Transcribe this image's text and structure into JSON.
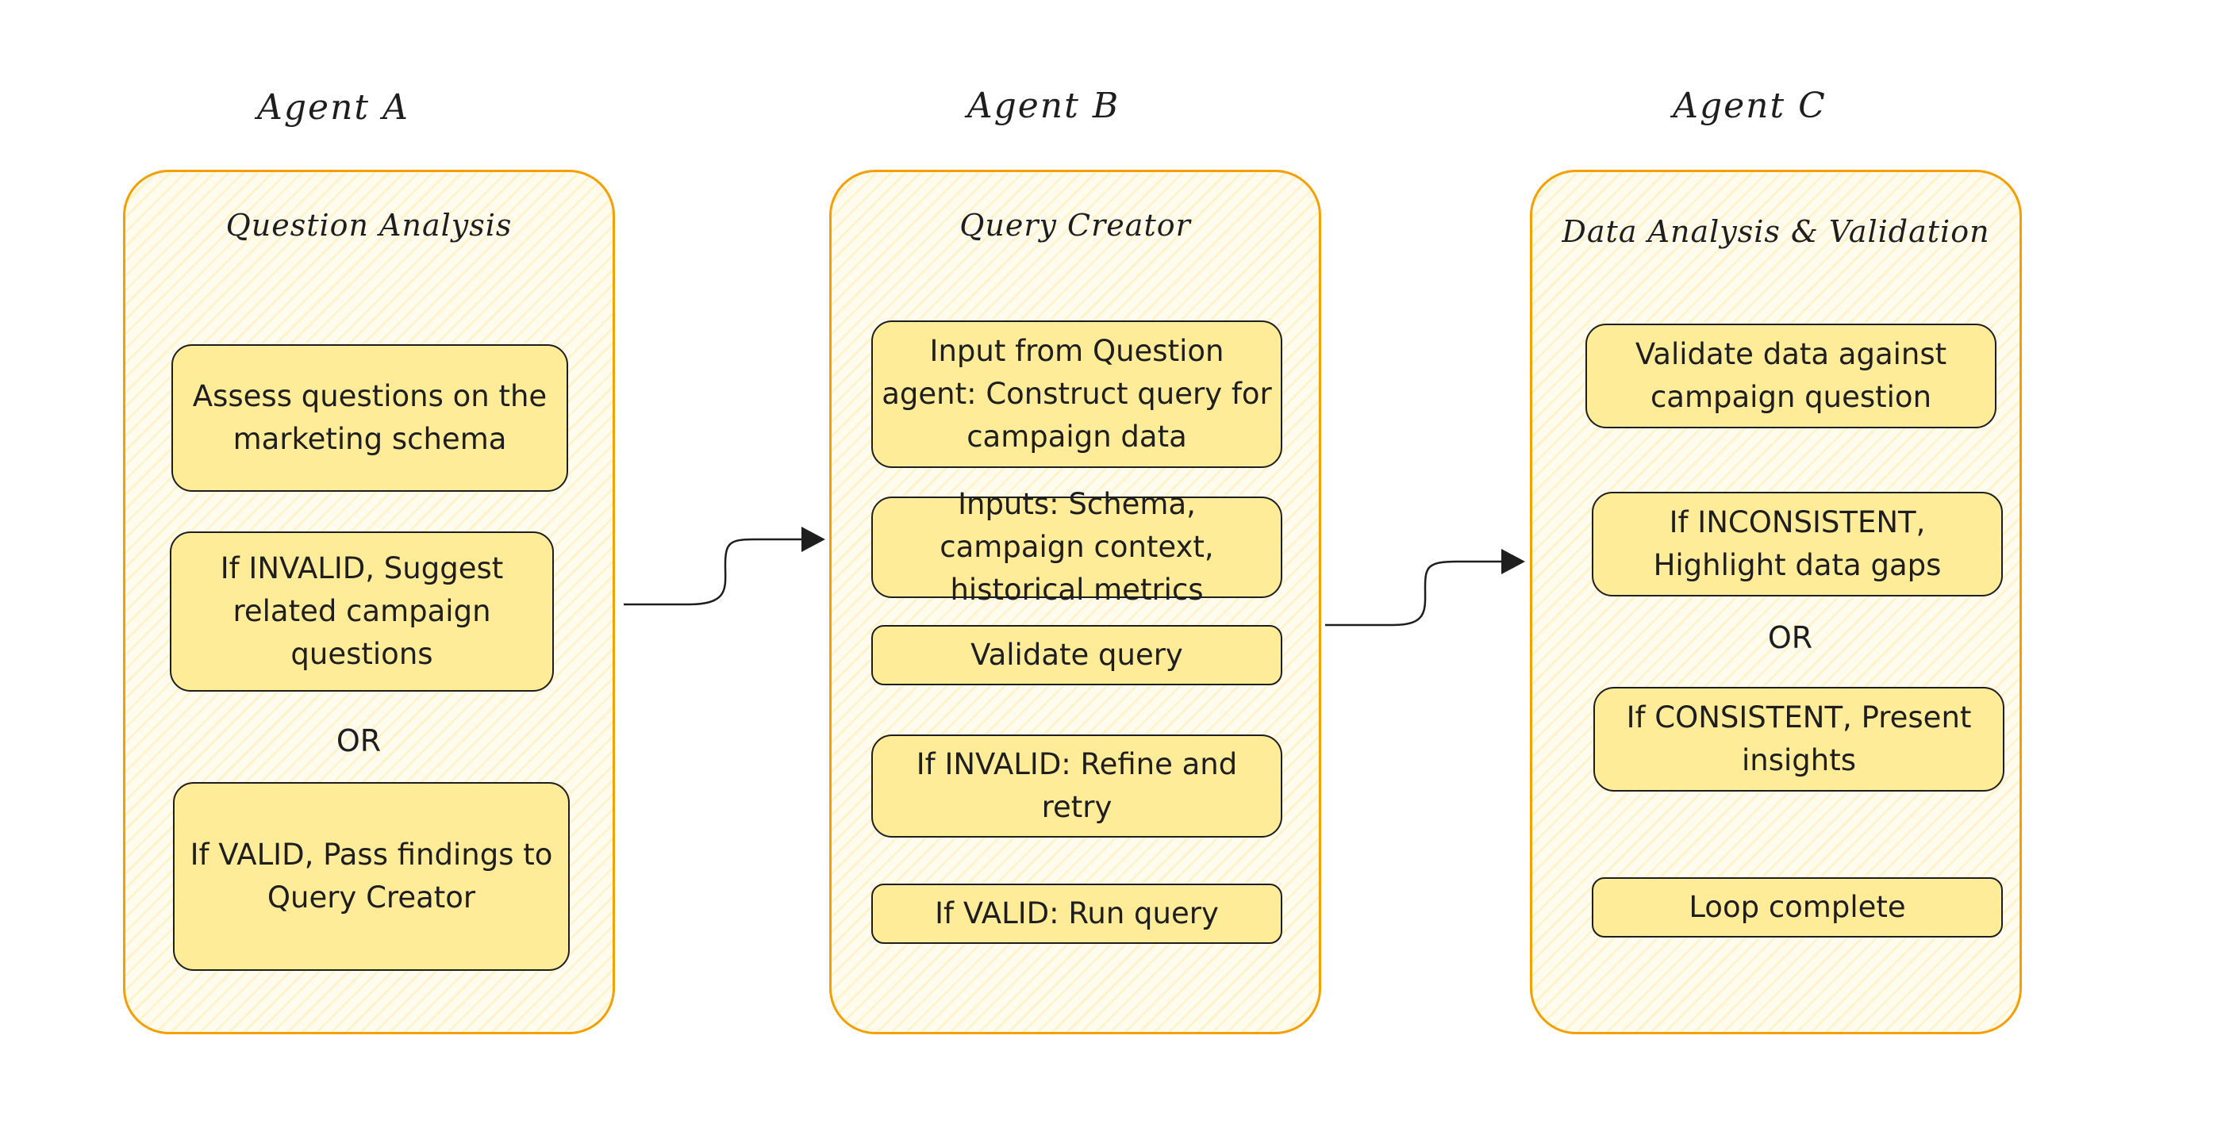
{
  "agents": [
    {
      "title": "Agent A",
      "panel_title": "Question Analysis",
      "steps": [
        "Assess questions on the marketing schema",
        "If INVALID, Suggest related campaign questions",
        "If VALID, Pass findings to Query Creator"
      ],
      "or_label": "OR"
    },
    {
      "title": "Agent B",
      "panel_title": "Query Creator",
      "steps": [
        "Input from Question agent: Construct query for campaign data",
        "Inputs: Schema, campaign context, historical metrics",
        "Validate query",
        "If INVALID: Refine and retry",
        "If VALID: Run query"
      ]
    },
    {
      "title": "Agent C",
      "panel_title": "Data Analysis & Validation",
      "steps": [
        "Validate data against campaign question",
        "If INCONSISTENT, Highlight data gaps",
        "If CONSISTENT, Present insights",
        "Loop complete"
      ],
      "or_label": "OR"
    }
  ],
  "colors": {
    "panel_border": "#f59f00",
    "panel_fill": "#fffcef",
    "step_fill": "#ffec99",
    "stroke": "#1e1e1e"
  }
}
